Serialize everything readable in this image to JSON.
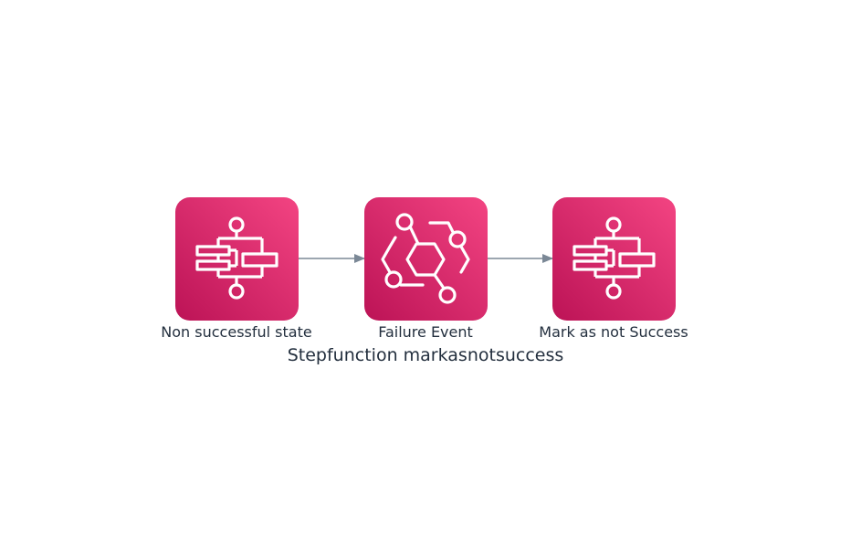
{
  "diagram": {
    "title": "Stepfunction markasnotsuccess",
    "nodes": [
      {
        "id": "non-successful-state",
        "label": "Non successful state",
        "icon": "step-functions-icon"
      },
      {
        "id": "failure-event",
        "label": "Failure Event",
        "icon": "eventbridge-icon"
      },
      {
        "id": "mark-as-not-success",
        "label": "Mark as not Success",
        "icon": "step-functions-icon"
      }
    ],
    "edges": [
      {
        "from": "non-successful-state",
        "to": "failure-event"
      },
      {
        "from": "failure-event",
        "to": "mark-as-not-success"
      }
    ],
    "colors": {
      "node_gradient_start": "#f34482",
      "node_gradient_end": "#bc1356",
      "edge": "#7b8896",
      "text": "#232f3e"
    }
  }
}
